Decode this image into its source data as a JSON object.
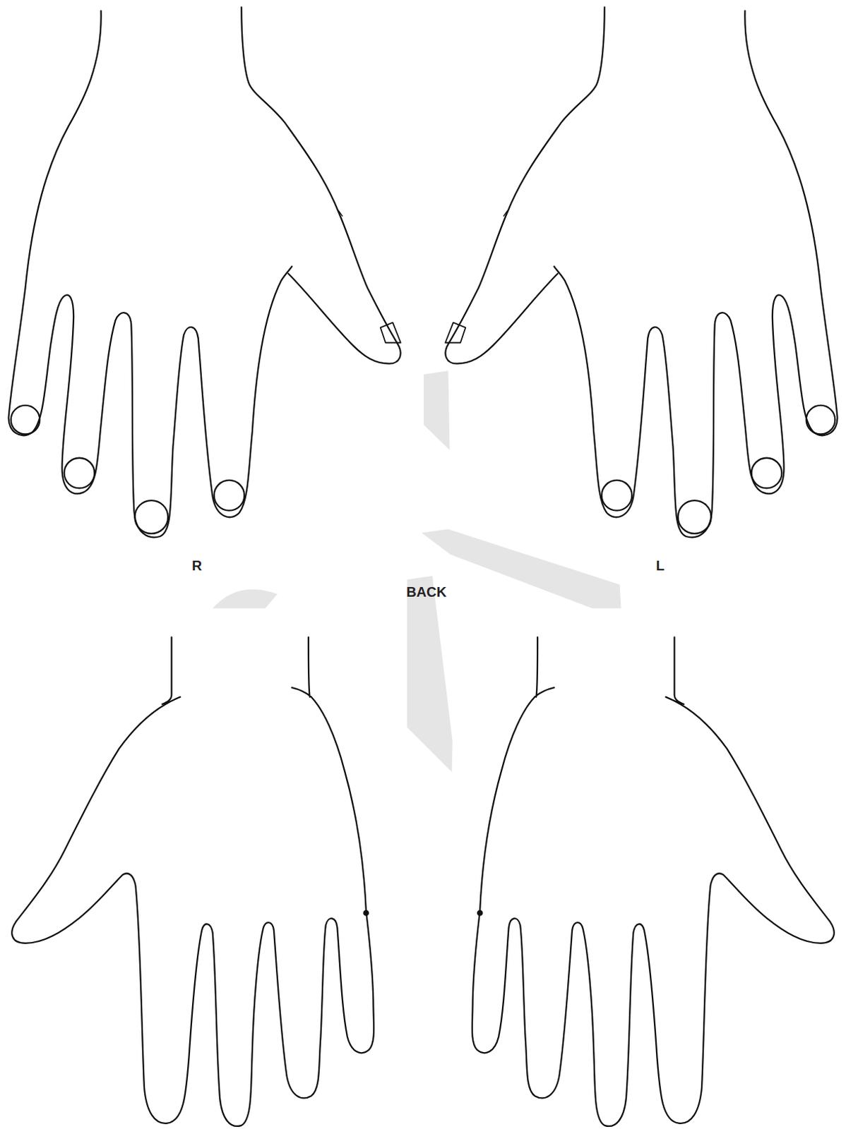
{
  "diagram": {
    "labels": [
      "R",
      "BACK",
      "L"
    ]
  }
}
